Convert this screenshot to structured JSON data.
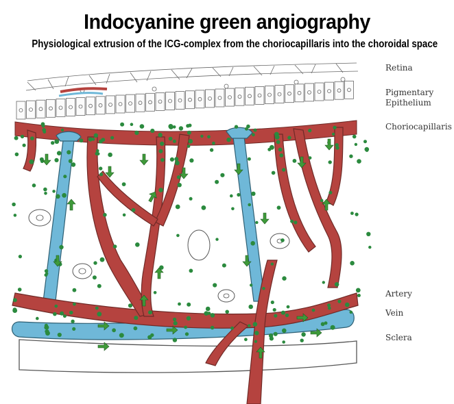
{
  "title": "Indocyanine green angiography",
  "subtitle": "Physiological extrusion of the ICG-complex from the choriocapillaris into the choroidal space",
  "labels": {
    "retina": "Retina",
    "pigment_1": "Pigmentary",
    "pigment_2": "Epithelium",
    "choriocapillaris": "Choriocapillaris",
    "artery": "Artery",
    "vein": "Vein",
    "sclera": "Sclera"
  },
  "colors": {
    "artery": "#b5433f",
    "vein": "#6fb8d8",
    "icg_dot": "#2b8a3e",
    "arrow": "#3f9a3a",
    "outline": "#444444"
  }
}
